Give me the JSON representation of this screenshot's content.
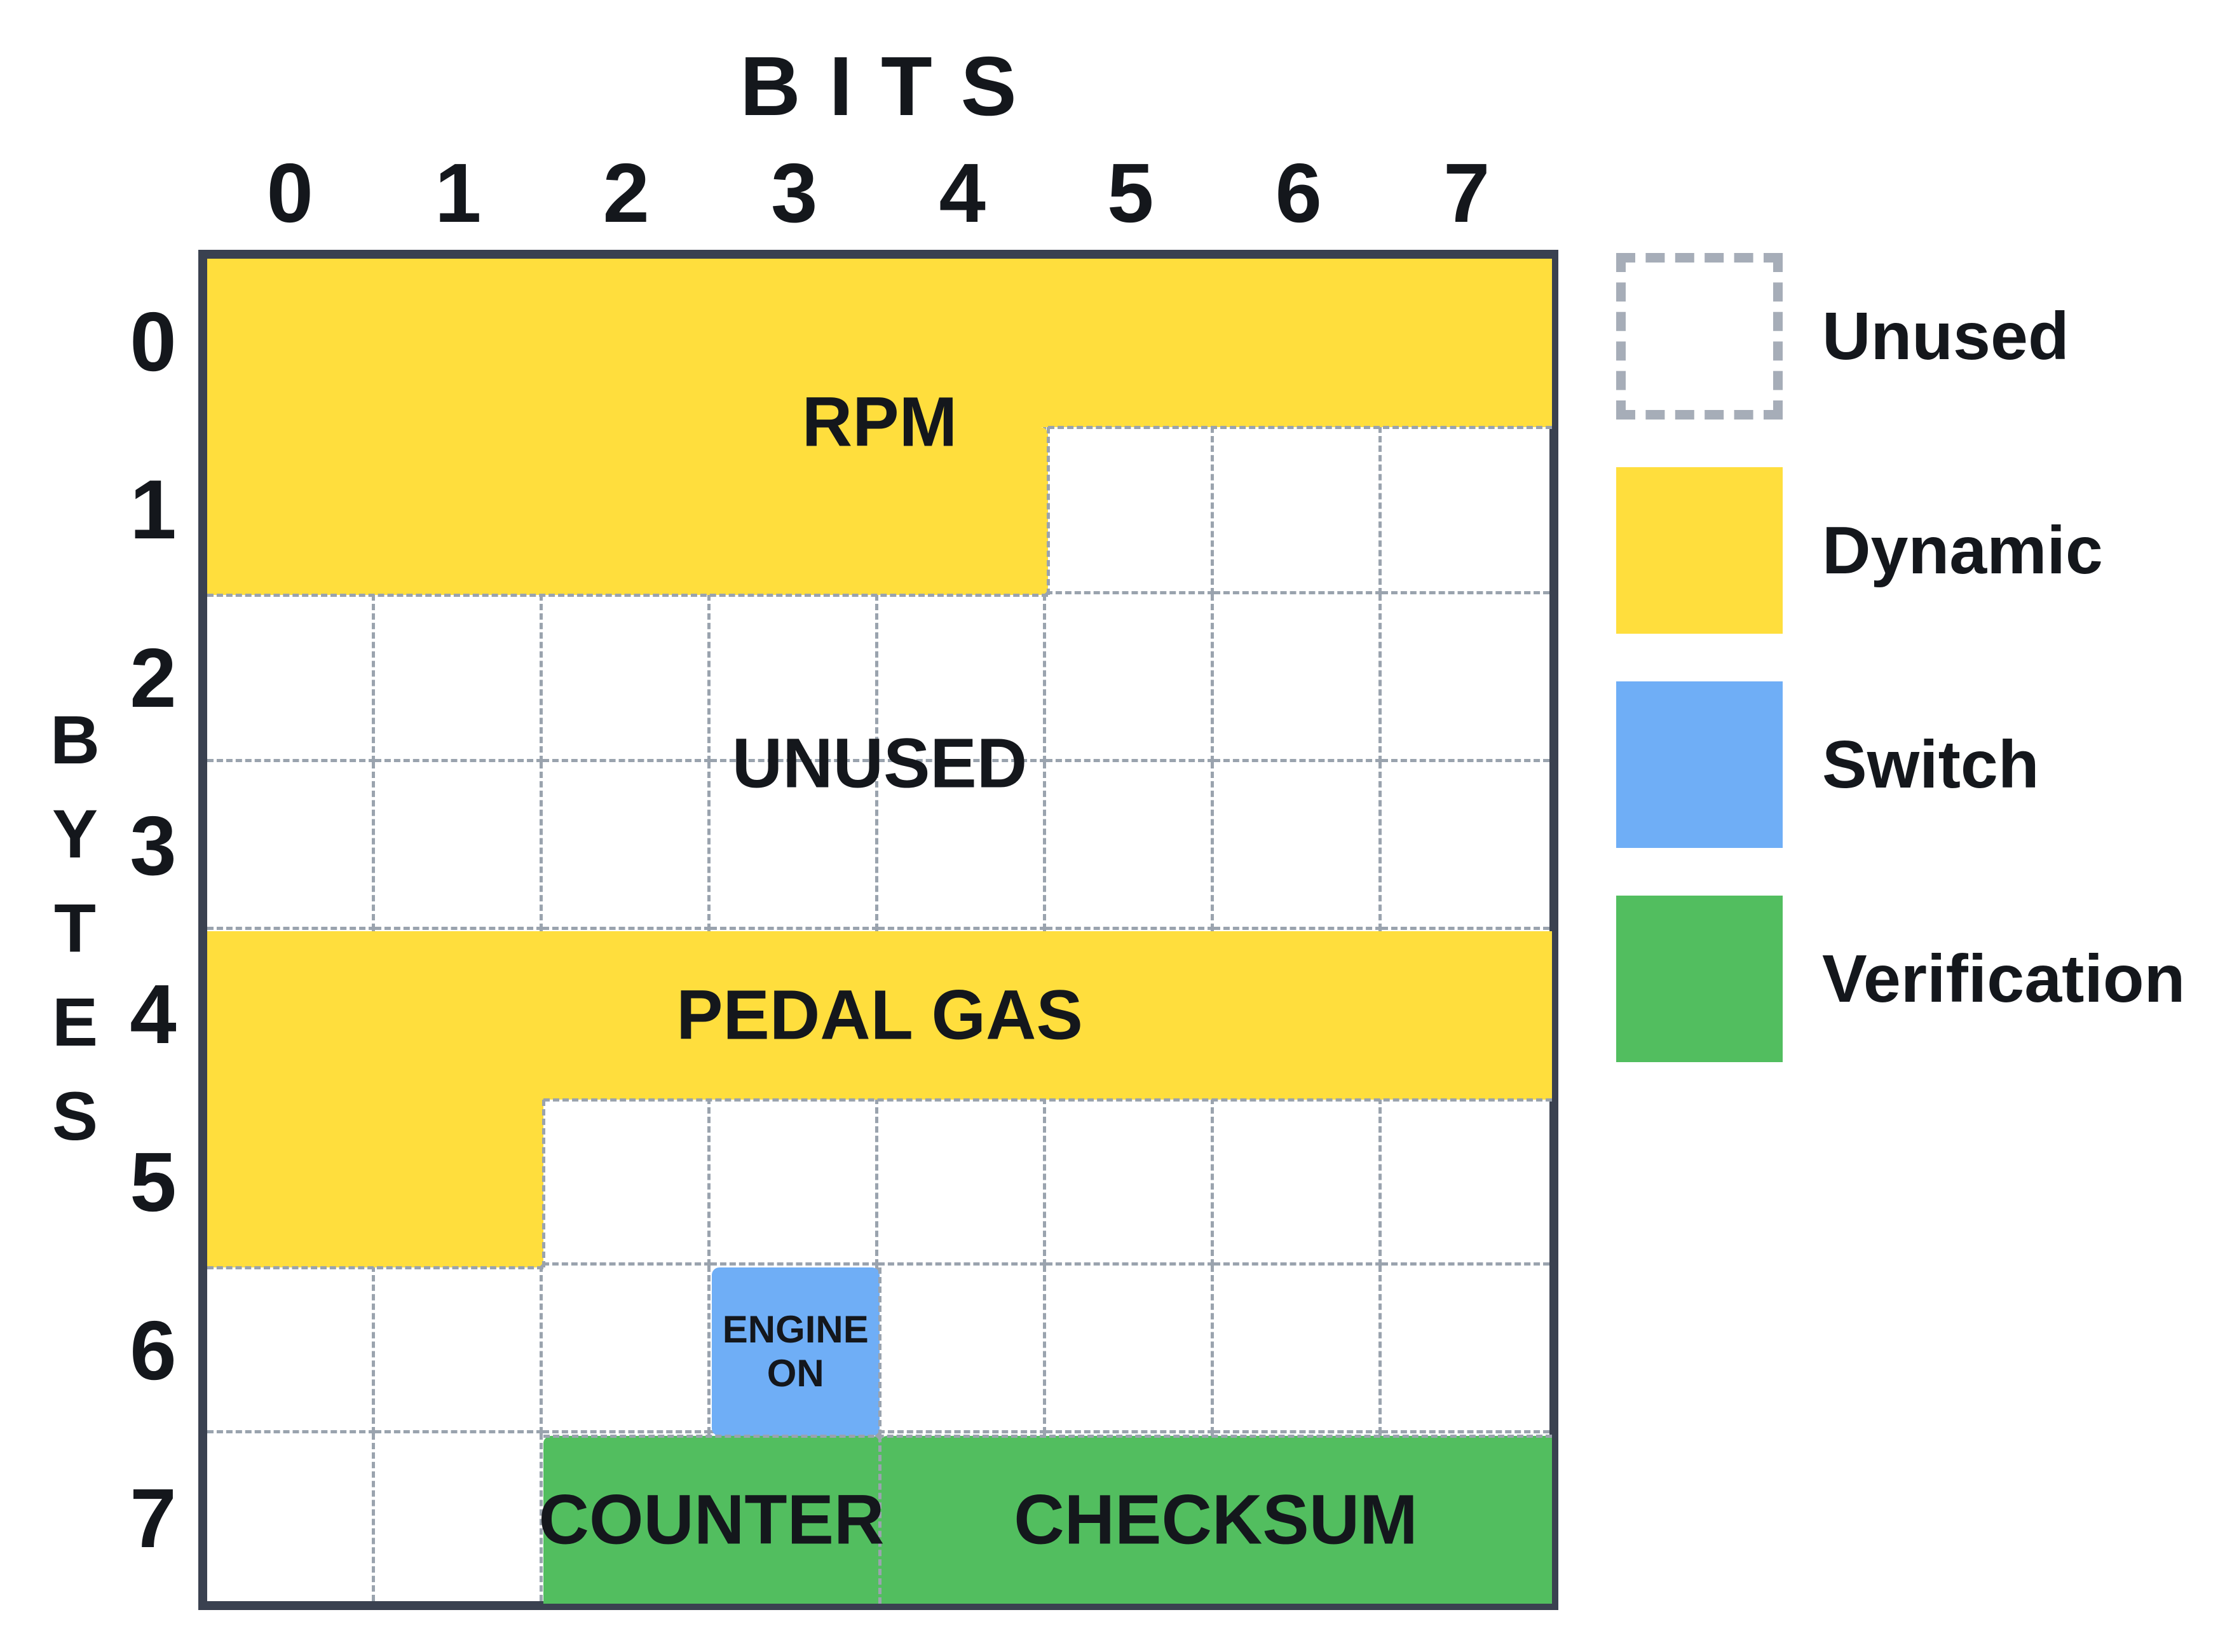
{
  "title": "BITS",
  "y_axis_title": "BYTES",
  "bit_labels": [
    "0",
    "1",
    "2",
    "3",
    "4",
    "5",
    "6",
    "7"
  ],
  "byte_labels": [
    "0",
    "1",
    "2",
    "3",
    "4",
    "5",
    "6",
    "7"
  ],
  "colors": {
    "dynamic": "#ffde3d",
    "switch": "#6faef6",
    "verification": "#52be5f",
    "frame": "#3a4150",
    "grid_line": "#9aa3ae",
    "text": "#14171c",
    "background": "#ffffff"
  },
  "legend": [
    {
      "label": "Unused",
      "type": "unused"
    },
    {
      "label": "Dynamic",
      "type": "dynamic"
    },
    {
      "label": "Switch",
      "type": "switch"
    },
    {
      "label": "Verification",
      "type": "verification"
    }
  ],
  "zones": [
    {
      "name": "rpm",
      "label": "RPM",
      "category": "dynamic",
      "rects": [
        {
          "byte": 0,
          "bit_start": 0,
          "bit_end": 8,
          "radius": "0 0 0 0"
        },
        {
          "byte": 1,
          "bit_start": 0,
          "bit_end": 5,
          "radius": "0 12px 12px 0"
        }
      ],
      "label_center": {
        "bit": 4.0,
        "byte": 0.97
      }
    },
    {
      "name": "unused-area",
      "label": "UNUSED",
      "category": "unused",
      "rects": [],
      "label_center": {
        "bit": 4.0,
        "byte": 3.0
      }
    },
    {
      "name": "pedal-gas",
      "label": "PEDAL GAS",
      "category": "dynamic",
      "rects": [
        {
          "byte": 4,
          "bit_start": 0,
          "bit_end": 8,
          "radius": "0 0 0 0"
        },
        {
          "byte": 5,
          "bit_start": 0,
          "bit_end": 2,
          "radius": "0 0 12px 0"
        }
      ],
      "label_center": {
        "bit": 4.0,
        "byte": 4.5
      }
    },
    {
      "name": "engine-on",
      "label": "ENGINE ON",
      "label_lines": [
        "ENGINE",
        "ON"
      ],
      "category": "switch",
      "rects": [
        {
          "byte": 6,
          "bit_start": 3,
          "bit_end": 4,
          "radius": "12px"
        }
      ],
      "label_center": {
        "bit": 3.5,
        "byte": 6.5
      }
    },
    {
      "name": "counter",
      "label": "COUNTER",
      "category": "verification",
      "rects": [
        {
          "byte": 7,
          "bit_start": 2,
          "bit_end": 4,
          "radius": "12px 12px 0 0"
        }
      ],
      "label_center": {
        "bit": 3.0,
        "byte": 7.5
      }
    },
    {
      "name": "checksum",
      "label": "CHECKSUM",
      "category": "verification",
      "rects": [
        {
          "byte": 7,
          "bit_start": 4,
          "bit_end": 8,
          "radius": "12px 0 0 0"
        }
      ],
      "label_center": {
        "bit": 6.0,
        "byte": 7.5
      }
    }
  ]
}
